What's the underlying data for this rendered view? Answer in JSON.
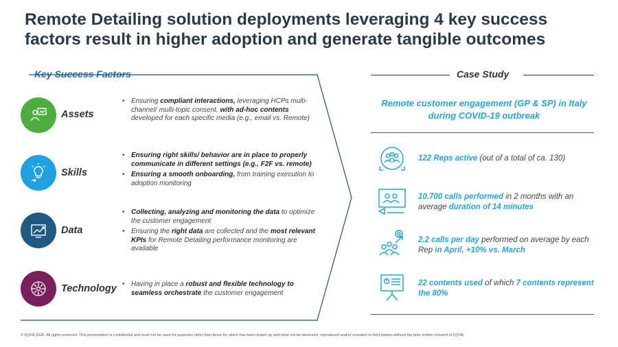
{
  "title": "Remote Detailing solution deployments leveraging 4 key success factors result in higher adoption and generate tangible outcomes",
  "left": {
    "heading": "Key Success Factors",
    "factors": [
      {
        "label": "Assets",
        "icon": "presentation-person-icon",
        "color": "#4caf3c",
        "bullets": [
          [
            {
              "t": "Ensuring ",
              "b": false
            },
            {
              "t": "compliant interactions,",
              "b": true
            },
            {
              "t": " leveraging HCPs multi-channel/ multi-topic consent, ",
              "b": false
            },
            {
              "t": "with ad-hoc contents",
              "b": true
            },
            {
              "t": " developed for each specific media (e.g., email vs. Remote)",
              "b": false
            }
          ]
        ]
      },
      {
        "label": "Skills",
        "icon": "lightbulb-icon",
        "color": "#20a2e0",
        "bullets": [
          [
            {
              "t": "Ensuring right skills/ behavior are in place to properly communicate in different settings (e.g., F2F vs. remote)",
              "b": true
            }
          ],
          [
            {
              "t": "Ensuring a smooth onboarding,",
              "b": true
            },
            {
              "t": " from training execution to adoption monitoring",
              "b": false
            }
          ]
        ]
      },
      {
        "label": "Data",
        "icon": "chart-trend-icon",
        "color": "#1f5a82",
        "bullets": [
          [
            {
              "t": "Collecting, analyzing and monitoring the data",
              "b": true
            },
            {
              "t": " to optimize the customer engagement",
              "b": false
            }
          ],
          [
            {
              "t": "Ensuring the ",
              "b": false
            },
            {
              "t": "right data",
              "b": true
            },
            {
              "t": " are collected and the ",
              "b": false
            },
            {
              "t": "most relevant KPIs",
              "b": true
            },
            {
              "t": " for Remote Detailing performance monitoring are available",
              "b": false
            }
          ]
        ]
      },
      {
        "label": "Technology",
        "icon": "circuit-icon",
        "color": "#7a1f5c",
        "bullets": [
          [
            {
              "t": "Having in place a ",
              "b": false
            },
            {
              "t": "robust and flexible technology to seamless orchestrate",
              "b": true
            },
            {
              "t": " the customer engagement",
              "b": false
            }
          ]
        ]
      }
    ]
  },
  "right": {
    "heading": "Case Study",
    "subtitle": "Remote customer engagement (GP & SP) in Italy during COVID-19 outbreak",
    "stats": [
      {
        "icon": "team-group-icon",
        "parts": [
          {
            "t": "122 Reps active",
            "h": true
          },
          {
            "t": " (out of a total of ca. 130)",
            "h": false
          }
        ]
      },
      {
        "icon": "remote-meeting-icon",
        "parts": [
          {
            "t": "10.700 calls performed",
            "h": true
          },
          {
            "t": " in 2 months with an average ",
            "h": false
          },
          {
            "t": "duration of 14 minutes",
            "h": true
          }
        ]
      },
      {
        "icon": "growth-people-icon",
        "parts": [
          {
            "t": "2.2 calls per day",
            "h": true
          },
          {
            "t": " performed on average by each Rep ",
            "h": false
          },
          {
            "t": "in April, +10% vs. March",
            "h": true
          }
        ]
      },
      {
        "icon": "presentation-board-icon",
        "parts": [
          {
            "t": "22 contents used",
            "h": true
          },
          {
            "t": " of which ",
            "h": false
          },
          {
            "t": "7 contents represent the 80%",
            "h": true
          }
        ]
      }
    ]
  },
  "footer": "© IQVIA 2020. All rights reserved. This presentation is confidential and must not be used for purposes other than those for which has been drawn up and must not be disclosed, reproduced and/or revealed to third parties without the prior written consent of IQVIA.",
  "colors": {
    "accent": "#1ea7e1",
    "heading_blue": "#1e6fb5",
    "title": "#2b3a4a",
    "chevron": "#1f4e79"
  }
}
